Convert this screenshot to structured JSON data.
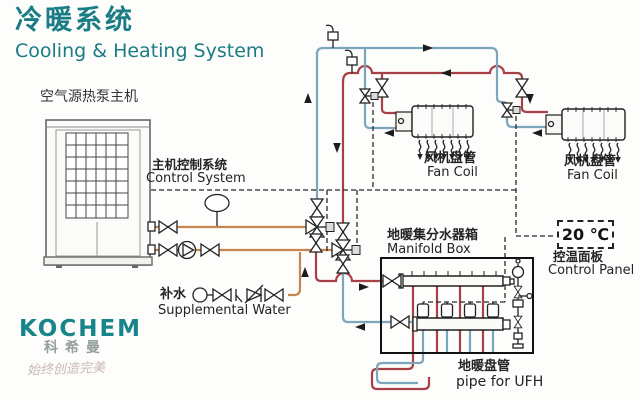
{
  "header": {
    "title_zh": "冷暖系统",
    "title_en": "Cooling & Heating System"
  },
  "labels": {
    "heat_pump": "空气源热泵主机",
    "control_zh": "主机控制系统",
    "control_en": "Control System",
    "fan_coil_zh": "风机盘管",
    "fan_coil_en": "Fan Coil",
    "manifold_zh": "地暖集分水器箱",
    "manifold_en": "Manifold Box",
    "panel_temp": "20 ℃",
    "panel_zh": "控温面板",
    "panel_en": "Control Panel",
    "makeup_zh": "补水",
    "makeup_en": "Supplemental Water",
    "ufh_zh": "地暖盘管",
    "ufh_en": "pipe for UFH"
  },
  "brand": {
    "logo": "KOCHEM",
    "logo_zh": "科希曼",
    "slogan": "始终创造完美"
  },
  "colors": {
    "accent_teal": "#1a7c84",
    "supply_red": "#a84048",
    "return_blue": "#7ba6bb",
    "source_tan": "#c6854f",
    "line_black": "#222222"
  }
}
